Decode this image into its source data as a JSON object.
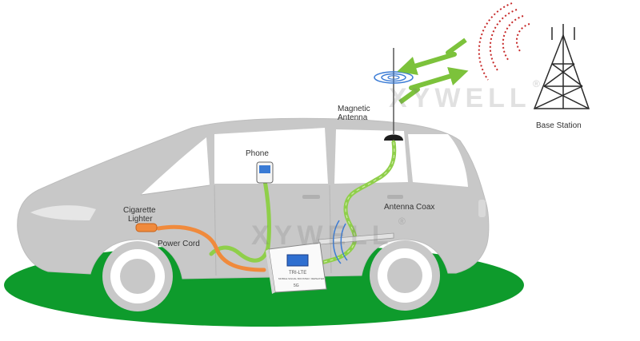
{
  "labels": {
    "magnetic_antenna": [
      "Magnetic",
      "Antenna"
    ],
    "phone": "Phone",
    "cigarette_lighter": [
      "Cigarette",
      "Lighter"
    ],
    "power_cord": "Power Cord",
    "antenna_coax": "Antenna Coax",
    "base_station": "Base Station"
  },
  "watermark": {
    "text": "XYWELL",
    "registered": "®"
  },
  "device": {
    "brand": "TRI-LTE",
    "subtitle": "MOBILE SIGNAL BOOSTER / REPEATER",
    "band": "5G"
  },
  "colors": {
    "ground": "#0e9b2c",
    "car_body": "#c8c8c8",
    "windows": "#ffffff",
    "coax": "#8fcf4a",
    "power_cord": "#f08a3c",
    "signal_arrows": "#7cc23b",
    "signal_waves": "#c62828",
    "ripple": "#3a7bd5"
  }
}
